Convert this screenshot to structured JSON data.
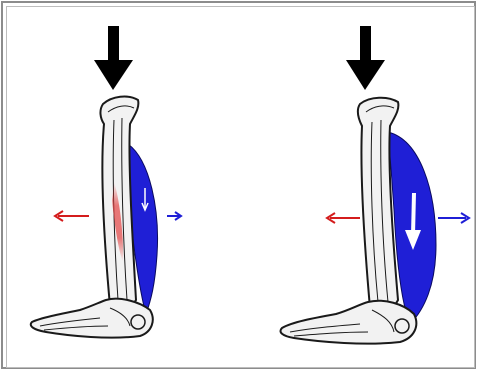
{
  "figure": {
    "panels": [
      {
        "id": "left",
        "muscle_state": "thin",
        "muscle_contraction_arrow": "small",
        "tension_indicator": "red-shading"
      },
      {
        "id": "right",
        "muscle_state": "thick",
        "muscle_contraction_arrow": "large",
        "tension_indicator": "none"
      }
    ],
    "icons": {
      "load_arrow": "down-arrow-icon",
      "left_force": "left-arrow-icon",
      "right_force": "right-arrow-icon"
    },
    "colors": {
      "load_arrow": "#000000",
      "muscle": "#1f1fd6",
      "muscle_arrow": "#ffffff",
      "left_force": "#d41c1c",
      "right_force": "#1f1fd6",
      "bone_fill": "#f2f2f2",
      "bone_outline": "#1a1a1a",
      "tension_shading": "#e23a3a",
      "frame_border": "#8c8c8c"
    }
  }
}
